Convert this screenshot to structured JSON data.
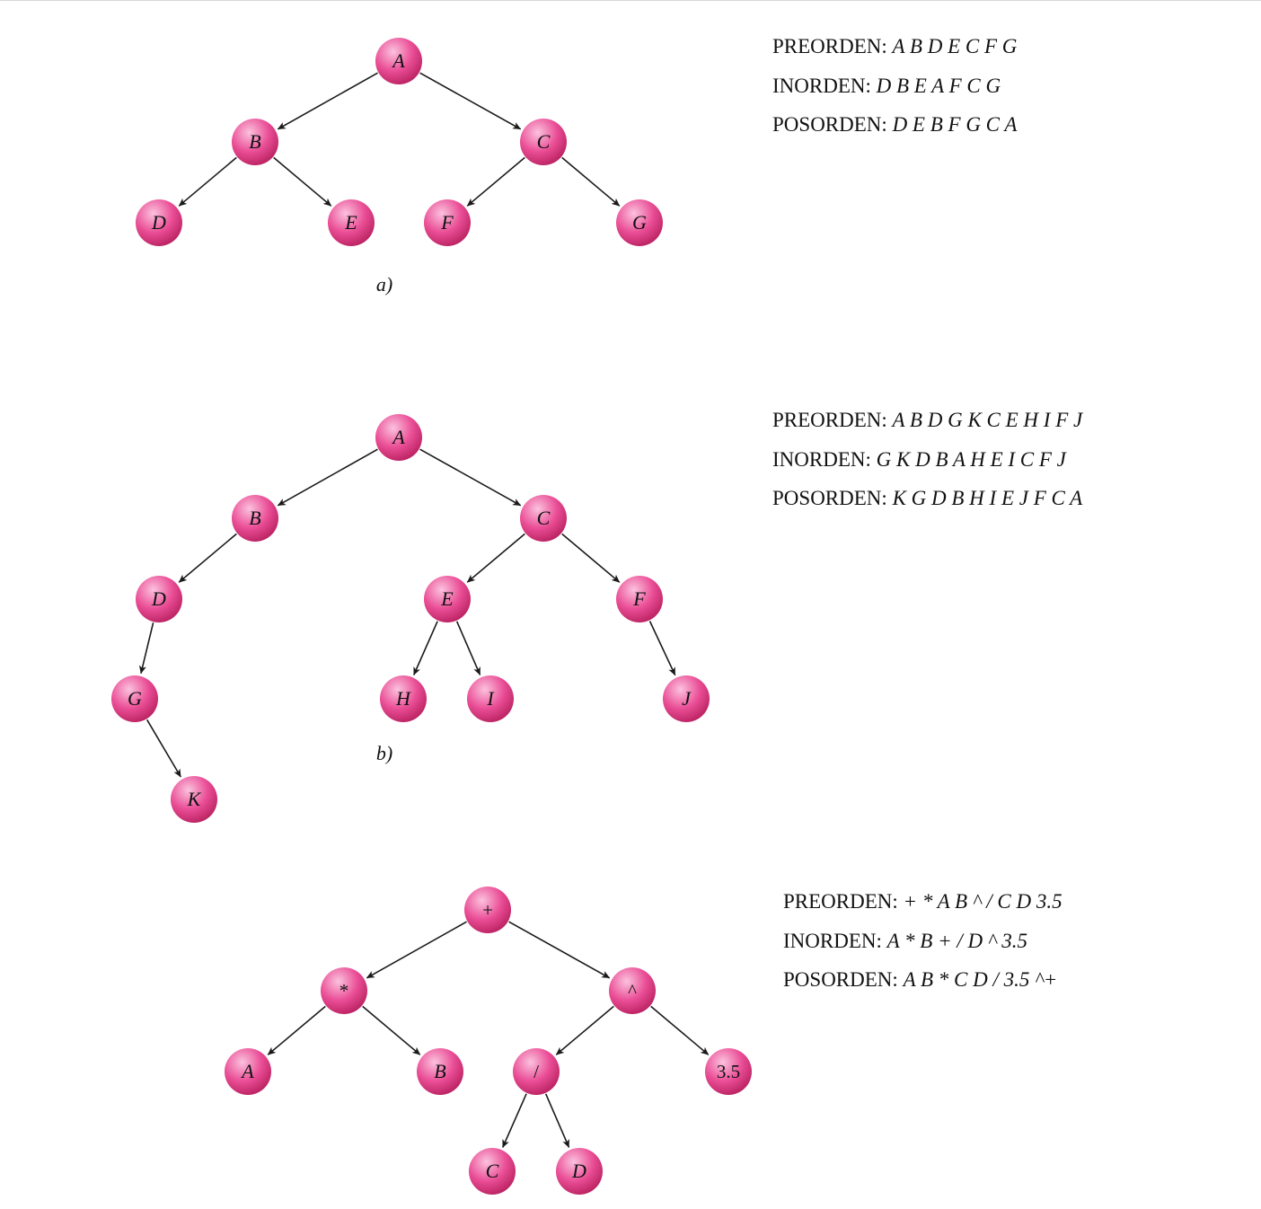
{
  "colors": {
    "node_fill": "#ea4e96",
    "node_highlight": "#fbc2de",
    "node_shadow": "#b8205f",
    "edge": "#1a1a1a",
    "text": "#111111"
  },
  "figures": [
    {
      "id": "a",
      "caption": "a)",
      "nodes": [
        {
          "id": "A",
          "label": "A"
        },
        {
          "id": "B",
          "label": "B"
        },
        {
          "id": "C",
          "label": "C"
        },
        {
          "id": "D",
          "label": "D"
        },
        {
          "id": "E",
          "label": "E"
        },
        {
          "id": "F",
          "label": "F"
        },
        {
          "id": "G",
          "label": "G"
        }
      ],
      "edges": [
        [
          "A",
          "B"
        ],
        [
          "A",
          "C"
        ],
        [
          "B",
          "D"
        ],
        [
          "B",
          "E"
        ],
        [
          "C",
          "F"
        ],
        [
          "C",
          "G"
        ]
      ],
      "traversals": {
        "preorder_label": "PREORDEN:",
        "preorder": "A B D E C F G",
        "inorder_label": "INORDEN:",
        "inorder": "D B E A F C G",
        "postorder_label": "POSORDEN:",
        "postorder": "D E B F G C A"
      }
    },
    {
      "id": "b",
      "caption": "b)",
      "nodes": [
        {
          "id": "A",
          "label": "A"
        },
        {
          "id": "B",
          "label": "B"
        },
        {
          "id": "C",
          "label": "C"
        },
        {
          "id": "D",
          "label": "D"
        },
        {
          "id": "E",
          "label": "E"
        },
        {
          "id": "F",
          "label": "F"
        },
        {
          "id": "G",
          "label": "G"
        },
        {
          "id": "H",
          "label": "H"
        },
        {
          "id": "I",
          "label": "I"
        },
        {
          "id": "J",
          "label": "J"
        },
        {
          "id": "K",
          "label": "K"
        }
      ],
      "edges": [
        [
          "A",
          "B"
        ],
        [
          "A",
          "C"
        ],
        [
          "B",
          "D"
        ],
        [
          "D",
          "G"
        ],
        [
          "G",
          "K"
        ],
        [
          "C",
          "E"
        ],
        [
          "C",
          "F"
        ],
        [
          "E",
          "H"
        ],
        [
          "E",
          "I"
        ],
        [
          "F",
          "J"
        ]
      ],
      "traversals": {
        "preorder_label": "PREORDEN:",
        "preorder": "A B D G K C E H I F J",
        "inorder_label": "INORDEN:",
        "inorder": "G K D B A H E I C F J",
        "postorder_label": "POSORDEN:",
        "postorder": "K G D B H I E J F C A"
      }
    },
    {
      "id": "c",
      "caption": "",
      "nodes": [
        {
          "id": "plus",
          "label": "+",
          "op": true
        },
        {
          "id": "star",
          "label": "*",
          "op": true
        },
        {
          "id": "caret",
          "label": "^",
          "op": true
        },
        {
          "id": "A",
          "label": "A"
        },
        {
          "id": "B",
          "label": "B"
        },
        {
          "id": "slash",
          "label": "/",
          "op": true
        },
        {
          "id": "num",
          "label": "3.5",
          "op": true
        },
        {
          "id": "C",
          "label": "C"
        },
        {
          "id": "D",
          "label": "D"
        }
      ],
      "edges": [
        [
          "plus",
          "star"
        ],
        [
          "plus",
          "caret"
        ],
        [
          "star",
          "A"
        ],
        [
          "star",
          "B"
        ],
        [
          "caret",
          "slash"
        ],
        [
          "caret",
          "num"
        ],
        [
          "slash",
          "C"
        ],
        [
          "slash",
          "D"
        ]
      ],
      "traversals": {
        "preorder_label": "PREORDEN:",
        "preorder": "+ * A B ^ / C D 3.5",
        "inorder_label": "INORDEN:",
        "inorder": "A * B + / D ^ 3.5",
        "postorder_label": "POSORDEN:",
        "postorder": "A B * C D / 3.5 ^+"
      }
    }
  ]
}
